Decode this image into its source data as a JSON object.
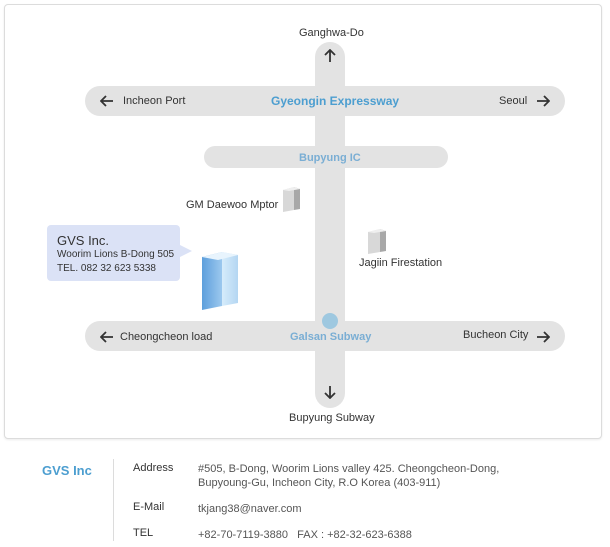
{
  "map": {
    "north_label": "Ganghwa-Do",
    "south_label": "Bupyung Subway",
    "expressway": {
      "name": "Gyeongin Expressway",
      "west": "Incheon Port",
      "east": "Seoul"
    },
    "interchange": "Bupyung IC",
    "lower_road": {
      "name": "Galsan Subway",
      "west": "Cheongcheon load",
      "east": "Bucheon City"
    },
    "landmarks": {
      "gm": "GM Daewoo Mptor",
      "firestation": "Jagiin Firestation"
    },
    "callout": {
      "company": "GVS Inc.",
      "line1": "Woorim Lions B-Dong 505",
      "line2": "TEL. 082 32 623 5338"
    },
    "colors": {
      "road": "#e3e3e3",
      "road_label": "#4c9ed0",
      "callout_bg": "#dbe2f6",
      "subway_dot": "#9ec8e0"
    }
  },
  "info": {
    "company": "GVS Inc",
    "address_label": "Address",
    "address_line1": "#505, B-Dong, Woorim Lions valley 425. Cheongcheon-Dong,",
    "address_line2": "Bupyoung-Gu, Incheon City, R.O Korea (403-911)",
    "email_label": "E-Mail",
    "email": "tkjang38@naver.com",
    "tel_label": "TEL",
    "tel": "+82-70-7119-3880   FAX : +82-32-623-6388"
  },
  "icons": {
    "up": "arrow-up-icon",
    "down": "arrow-down-icon",
    "left": "arrow-left-icon",
    "right": "arrow-right-icon",
    "building": "building-icon"
  }
}
